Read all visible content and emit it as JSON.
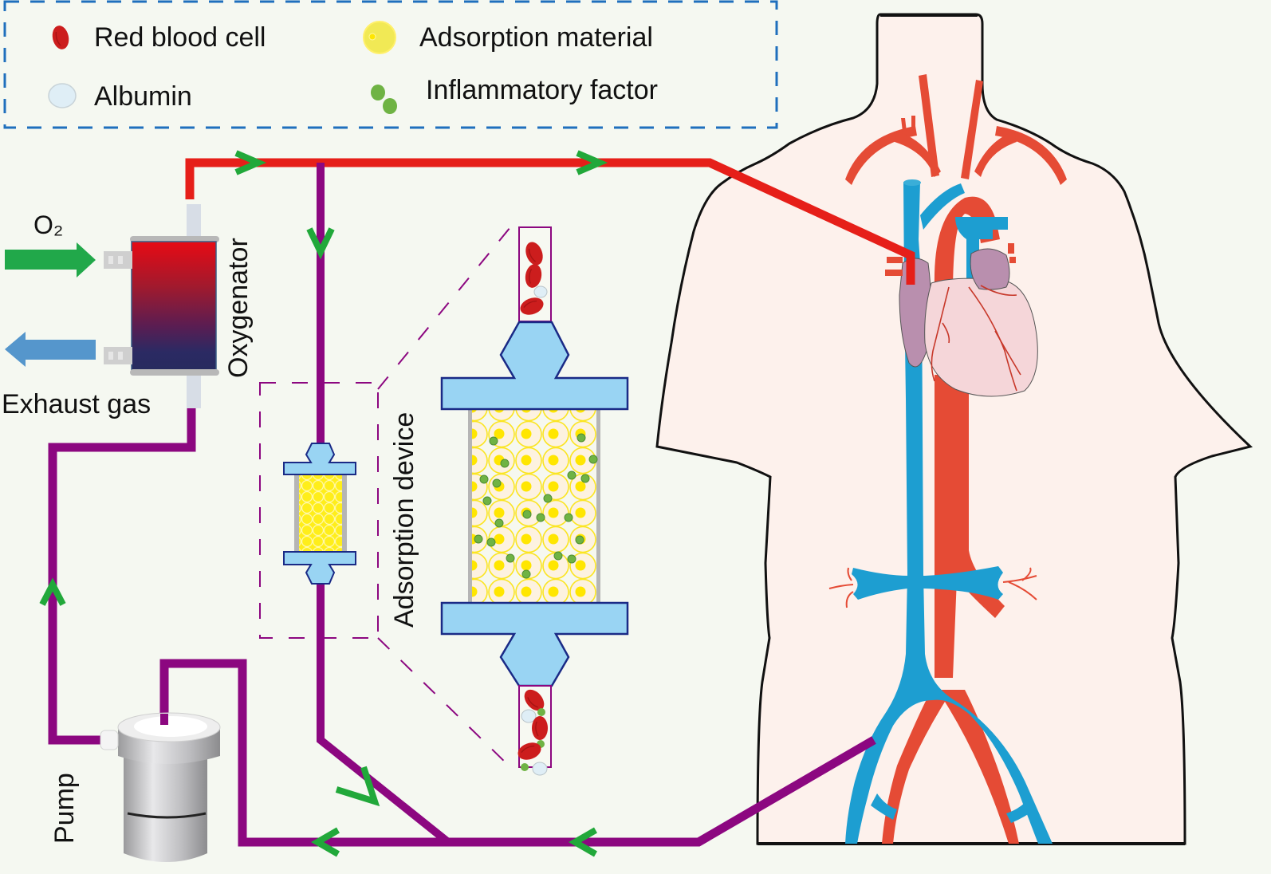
{
  "legend": {
    "items": [
      {
        "key": "red-blood-cell",
        "label": "Red blood cell"
      },
      {
        "key": "adsorption-material",
        "label": "Adsorption material"
      },
      {
        "key": "albumin",
        "label": "Albumin"
      },
      {
        "key": "inflammatory-factor",
        "label": "Inflammatory factor"
      }
    ]
  },
  "labels": {
    "o2": "O₂",
    "exhaust_gas": "Exhaust gas",
    "oxygenator": "Oxygenator",
    "adsorption_device": "Adsorption device",
    "pump": "Pump"
  },
  "colors": {
    "background": "#f5f8f1",
    "arterial_line": "#e61f19",
    "venous_line": "#8c0780",
    "flow_arrow": "#21a83a",
    "o2_arrow": "#21a84a",
    "exhaust_arrow": "#5596cc",
    "legend_border": "#1f6fbd",
    "cartridge_cap": "#99d4f3",
    "cartridge_outline": "#1a2a86",
    "adsorbent": "#ffe600",
    "inflammatory": "#6fb344",
    "rbc": "#cc1d1d",
    "albumin": "#dfeef6",
    "skin": "#fdf1ec",
    "artery": "#e54b35",
    "vein": "#1d9ed1",
    "heart_atrium": "#b98fae",
    "heart_ventricle": "#f5d6d9"
  }
}
